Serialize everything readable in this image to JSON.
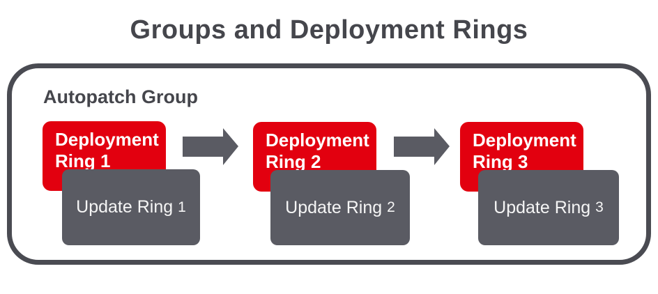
{
  "title": "Groups and Deployment Rings",
  "container": {
    "label": "Autopatch Group"
  },
  "rings": [
    {
      "deployment": {
        "line1": "Deployment",
        "line2": "Ring 1"
      },
      "update": {
        "label": "Update Ring",
        "number": "1"
      }
    },
    {
      "deployment": {
        "line1": "Deployment",
        "line2": "Ring 2"
      },
      "update": {
        "label": "Update Ring",
        "number": "2"
      }
    },
    {
      "deployment": {
        "line1": "Deployment",
        "line2": "Ring 3"
      },
      "update": {
        "label": "Update Ring",
        "number": "3"
      }
    }
  ],
  "icons": {
    "arrow": "right-block-arrow"
  },
  "colors": {
    "red": "#e2000f",
    "gray": "#5a5b63",
    "dark": "#45464c",
    "frame": "#4a4b52",
    "text_light": "#ffffff"
  }
}
